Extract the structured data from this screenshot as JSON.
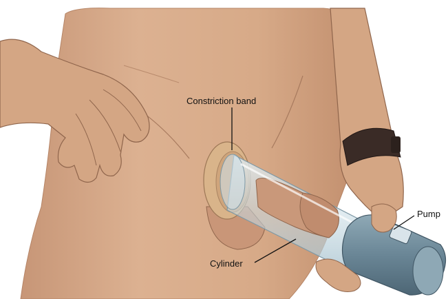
{
  "labels": {
    "constriction_band": "Constriction band",
    "pump": "Pump",
    "cylinder": "Cylinder"
  },
  "colors": {
    "skin": "#d8ad8c",
    "skin_shadow": "#c39272",
    "skin_light": "#e6c2a4",
    "band": "#d9b48a",
    "cylinder": "#c9dde6",
    "pump_body": "#6b8796",
    "watch_strap": "#3a2b26",
    "outline": "#7a5a48"
  }
}
